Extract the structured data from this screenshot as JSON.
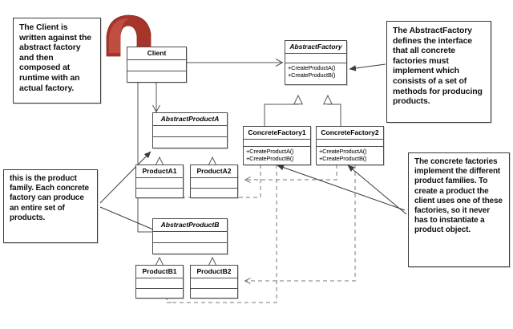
{
  "diagram": {
    "title": "Abstract Factory Pattern UML Class Diagram",
    "colors": {
      "box_border": "#4d4d4d",
      "note_border": "#3a3a3a",
      "line": "#555555",
      "dashed_line": "#777777",
      "red_arrow": "#a5352b",
      "red_arrow_light": "#c9564a",
      "background": "#ffffff"
    }
  },
  "notes": [
    {
      "id": "note-client",
      "text": "The Client is written against the abstract factory and then composed at runtime with an actual factory."
    },
    {
      "id": "note-abstract-factory",
      "text": "The AbstractFactory defines the interface that all concrete factories must implement which consists of a set of methods for producing products."
    },
    {
      "id": "note-product-family",
      "text": "this is the product family. Each concrete factory can produce an entire set of products."
    },
    {
      "id": "note-concrete-factories",
      "text": "The concrete factories implement the different product families. To create a product the client uses one of these factories, so it never has to instantiate a product object."
    }
  ],
  "classes": {
    "client": {
      "name": "Client",
      "abstract": false,
      "operations": []
    },
    "abstract_factory": {
      "name": "AbstractFactory",
      "abstract": true,
      "operations": [
        "+CreateProductA()",
        "+CreateProductB()"
      ]
    },
    "concrete_factory_1": {
      "name": "ConcreteFactory1",
      "abstract": false,
      "operations": [
        "+CreateProductA()",
        "+CreateProductB()"
      ]
    },
    "concrete_factory_2": {
      "name": "ConcreteFactory2",
      "abstract": false,
      "operations": [
        "+CreateProductA()",
        "+CreateProductB()"
      ]
    },
    "abstract_product_a": {
      "name": "AbstractProductA",
      "abstract": true,
      "operations": []
    },
    "product_a1": {
      "name": "ProductA1",
      "abstract": false,
      "operations": []
    },
    "product_a2": {
      "name": "ProductA2",
      "abstract": false,
      "operations": []
    },
    "abstract_product_b": {
      "name": "AbstractProductB",
      "abstract": true,
      "operations": []
    },
    "product_b1": {
      "name": "ProductB1",
      "abstract": false,
      "operations": []
    },
    "product_b2": {
      "name": "ProductB2",
      "abstract": false,
      "operations": []
    }
  },
  "relationships": [
    {
      "from": "Client",
      "to": "AbstractFactory",
      "type": "association"
    },
    {
      "from": "Client",
      "to": "AbstractProductA",
      "type": "association"
    },
    {
      "from": "Client",
      "to": "AbstractProductB",
      "type": "association"
    },
    {
      "from": "ConcreteFactory1",
      "to": "AbstractFactory",
      "type": "generalization"
    },
    {
      "from": "ConcreteFactory2",
      "to": "AbstractFactory",
      "type": "generalization"
    },
    {
      "from": "ProductA1",
      "to": "AbstractProductA",
      "type": "generalization"
    },
    {
      "from": "ProductA2",
      "to": "AbstractProductA",
      "type": "generalization"
    },
    {
      "from": "ProductB1",
      "to": "AbstractProductB",
      "type": "generalization"
    },
    {
      "from": "ProductB2",
      "to": "AbstractProductB",
      "type": "generalization"
    },
    {
      "from": "ConcreteFactory1",
      "to": "ProductA1",
      "type": "dependency"
    },
    {
      "from": "ConcreteFactory1",
      "to": "ProductB1",
      "type": "dependency"
    },
    {
      "from": "ConcreteFactory2",
      "to": "ProductA2",
      "type": "dependency"
    },
    {
      "from": "ConcreteFactory2",
      "to": "ProductB2",
      "type": "dependency"
    }
  ]
}
